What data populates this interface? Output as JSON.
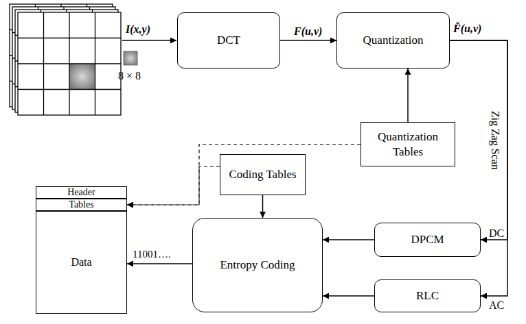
{
  "diagram": {
    "nodes": [
      {
        "text": [
          "DCT"
        ]
      },
      {
        "text": [
          "Quantization"
        ]
      },
      {
        "text": [
          "Quantization Tables"
        ]
      },
      {
        "text": [
          "Coding Tables"
        ]
      },
      {
        "text": [
          "Entropy Coding"
        ]
      },
      {
        "text": [
          "DPCM"
        ]
      },
      {
        "text": [
          "RLC"
        ]
      },
      {
        "text": [
          "Header"
        ]
      },
      {
        "text": [
          "Tables"
        ]
      },
      {
        "text": [
          "Data"
        ]
      }
    ],
    "edges": [
      {
        "from": 0,
        "to": 1,
        "arrow": "to",
        "label": "F(u,v)"
      },
      {
        "from": 2,
        "to": 1,
        "arrow": "to"
      },
      {
        "from": 1,
        "to": 5,
        "arrow": "to"
      },
      {
        "from": 1,
        "to": 6,
        "arrow": "to"
      },
      {
        "from": 5,
        "to": 4,
        "arrow": "to"
      },
      {
        "from": 6,
        "to": 4,
        "arrow": "to"
      },
      {
        "from": 3,
        "to": 4,
        "arrow": "to"
      },
      {
        "from": 4,
        "to": 9,
        "arrow": "to",
        "label": "11001…."
      },
      {
        "from": 2,
        "to": 8,
        "arrow": "to"
      },
      {
        "from": 3,
        "to": 8,
        "arrow": "to"
      }
    ],
    "labels": [
      "I(x,y)",
      "8 × 8",
      "F̆(u,v)",
      "Zig Zag Scan",
      "DC",
      "AC"
    ]
  }
}
